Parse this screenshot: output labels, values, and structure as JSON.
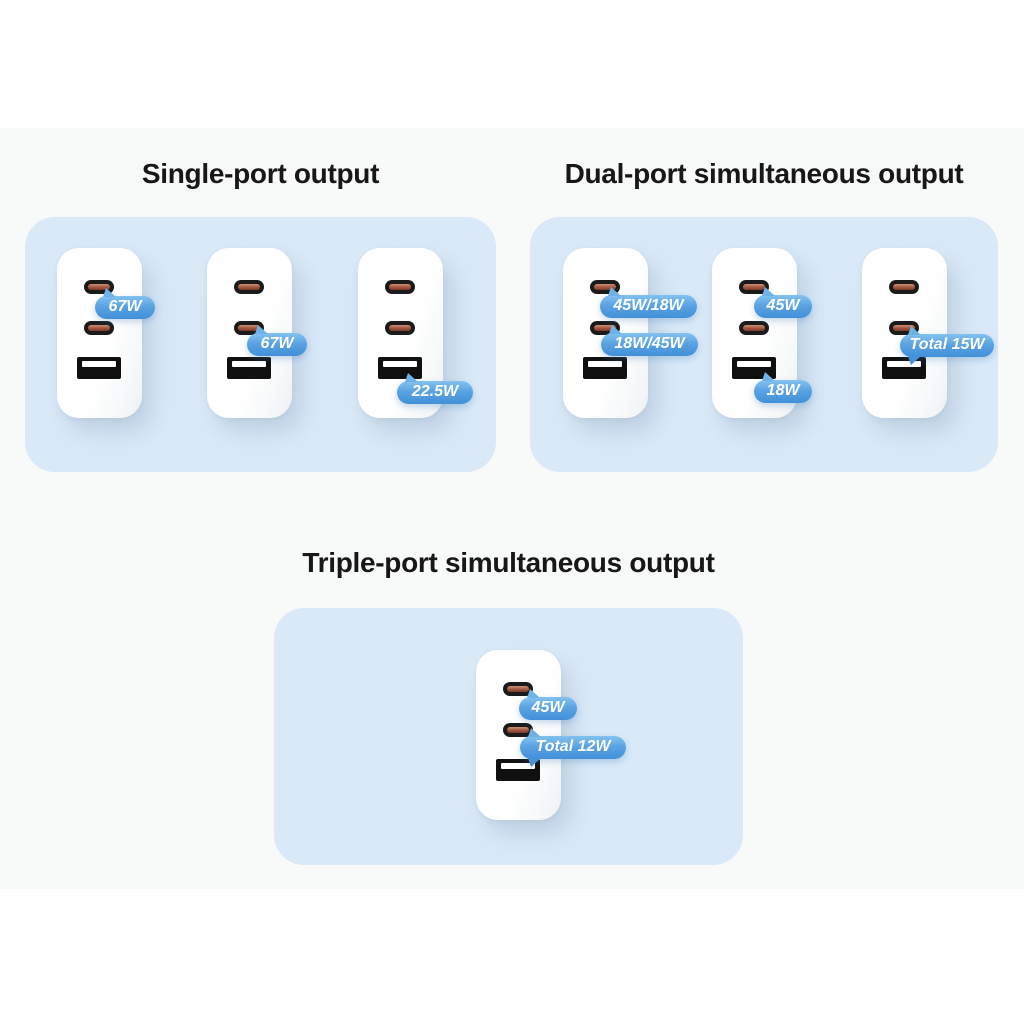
{
  "meta": {
    "kind": "product-infographic",
    "subject": "wall charger output modes (2× USB-C, 1× USB-A)"
  },
  "colors": {
    "page_bg": "#ffffff",
    "band_bg": "#f8f9f9",
    "panel_bg": "#d9e9f8",
    "title_color": "#171717",
    "badge_gradient_top": "#83c2f0",
    "badge_gradient_bottom": "#4190d8",
    "badge_text": "#ffffff",
    "charger_body": "#ffffff",
    "usbc_port_outline": "#1a1a1a",
    "usbc_port_slot": "#a05640",
    "usba_port_body": "#101010",
    "usba_port_tongue": "#ffffff"
  },
  "sections": [
    {
      "title": "Single-port output",
      "chargers": [
        {
          "badges": [
            {
              "label": "67W",
              "anchor": "usb-c-port-1"
            }
          ]
        },
        {
          "badges": [
            {
              "label": "67W",
              "anchor": "usb-c-port-2"
            }
          ]
        },
        {
          "badges": [
            {
              "label": "22.5W",
              "anchor": "usb-a-port"
            }
          ]
        }
      ]
    },
    {
      "title": "Dual-port simultaneous output",
      "chargers": [
        {
          "badges": [
            {
              "label": "45W/18W",
              "anchor": "usb-c-port-1"
            },
            {
              "label": "18W/45W",
              "anchor": "usb-c-port-2"
            }
          ]
        },
        {
          "badges": [
            {
              "label": "45W",
              "anchor": "usb-c-port-1"
            },
            {
              "label": "18W",
              "anchor": "usb-a-port"
            }
          ]
        },
        {
          "badges": [
            {
              "label": "Total 15W",
              "anchor": "usb-c-port-2 + usb-a-port"
            }
          ]
        }
      ]
    },
    {
      "title": "Triple-port simultaneous output",
      "chargers": [
        {
          "badges": [
            {
              "label": "45W",
              "anchor": "usb-c-port-1"
            },
            {
              "label": "Total 12W",
              "anchor": "usb-c-port-2 + usb-a-port"
            }
          ]
        }
      ]
    }
  ]
}
